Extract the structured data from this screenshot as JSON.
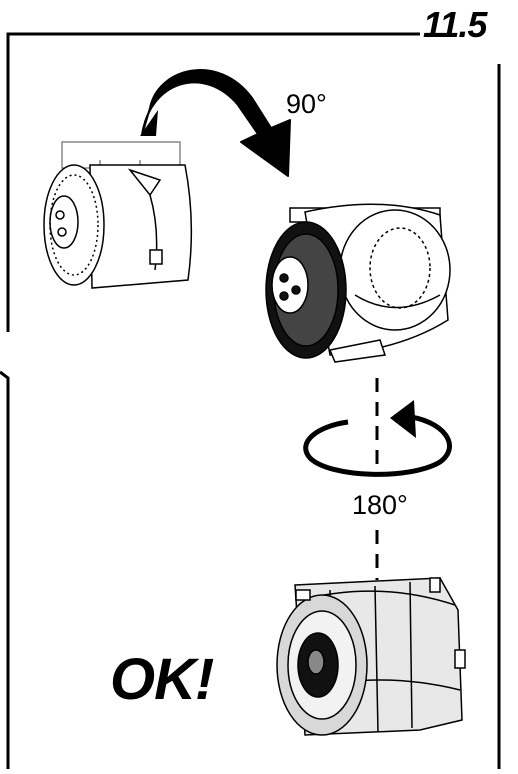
{
  "step": {
    "number": "11.5"
  },
  "labels": {
    "rotation_1": "90°",
    "rotation_2": "180°",
    "result": "OK!"
  },
  "icons": {
    "blower_start": "blower-motor-icon",
    "blower_rotated": "blower-motor-icon",
    "blower_final": "blower-motor-icon",
    "arrow_curved": "curved-arrow-icon",
    "arrow_circular": "circular-arrow-icon"
  },
  "colors": {
    "line": "#000000",
    "background": "#ffffff"
  }
}
